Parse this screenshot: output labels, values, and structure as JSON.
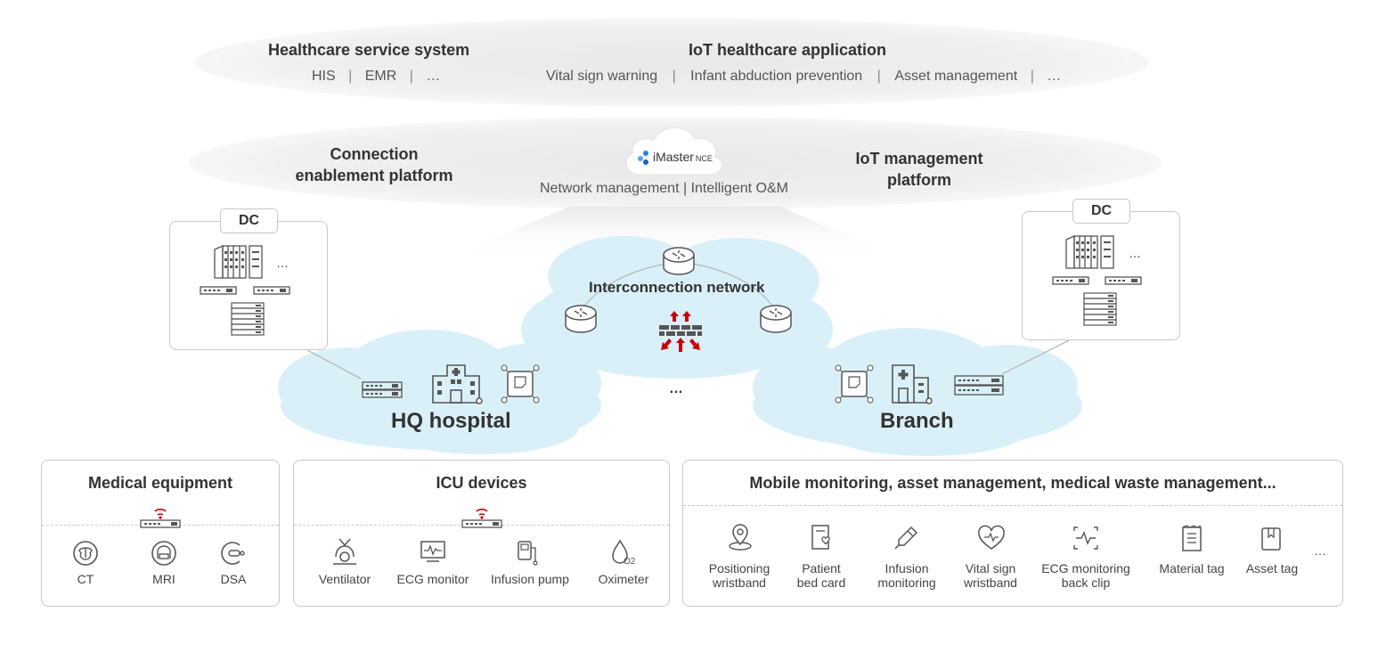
{
  "top_layer": {
    "healthcare_title": "Healthcare service system",
    "healthcare_items": [
      "HIS",
      "EMR",
      "…"
    ],
    "iot_app_title": "IoT healthcare application",
    "iot_app_items": [
      "Vital sign warning",
      "Infant abduction prevention",
      "Asset management",
      "…"
    ],
    "separator": "|"
  },
  "platform_layer": {
    "connection_title_line1": "Connection",
    "connection_title_line2": "enablement platform",
    "imaster_name": "iMaster",
    "imaster_suffix": "NCE",
    "imaster_caption": "Network management | Intelligent O&M",
    "iot_mgmt_line1": "IoT management",
    "iot_mgmt_line2": "platform"
  },
  "dc_left": {
    "label": "DC",
    "more": "…"
  },
  "dc_right": {
    "label": "DC",
    "more": "…"
  },
  "interconnection": {
    "label": "Interconnection network"
  },
  "sites": {
    "hq": "HQ hospital",
    "branch": "Branch",
    "ellipsis": "…"
  },
  "panels": {
    "medical": {
      "title": "Medical equipment",
      "items": [
        "CT",
        "MRI",
        "DSA"
      ]
    },
    "icu": {
      "title": "ICU devices",
      "items": [
        "Ventilator",
        "ECG monitor",
        "Infusion pump",
        "Oximeter"
      ]
    },
    "mobile": {
      "title": "Mobile monitoring, asset management, medical waste management...",
      "items": [
        [
          "Positioning",
          "wristband"
        ],
        [
          "Patient",
          "bed card"
        ],
        [
          "Infusion",
          "monitoring"
        ],
        [
          "Vital sign",
          "wristband"
        ],
        [
          "ECG monitoring",
          "back clip"
        ],
        [
          "Material tag",
          ""
        ],
        [
          "Asset tag",
          ""
        ]
      ],
      "more": "…"
    }
  },
  "colors": {
    "cloud": "#daf0f8",
    "ellipse": "#ececec",
    "icon": "#555555",
    "accent_red": "#c7000b",
    "border": "#c8c8c8"
  }
}
